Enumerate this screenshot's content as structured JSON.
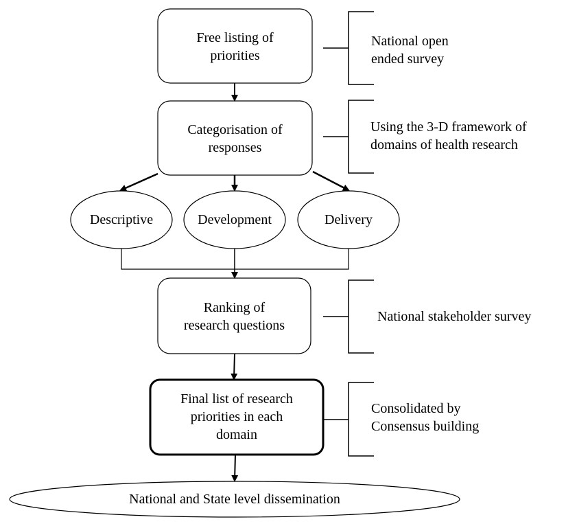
{
  "steps": {
    "free_listing": [
      "Free listing of",
      "priorities"
    ],
    "categorisation": [
      "Categorisation of",
      "responses"
    ],
    "ranking": [
      "Ranking of",
      "research questions"
    ],
    "final_list": [
      "Final list of research",
      "priorities in each",
      "domain"
    ]
  },
  "domains": {
    "descriptive": "Descriptive",
    "development": "Development",
    "delivery": "Delivery"
  },
  "dissemination": "National and State level dissemination",
  "notes": {
    "survey": [
      "National open",
      "ended survey"
    ],
    "framework": [
      "Using the 3-D framework of",
      "domains of health research"
    ],
    "stakeholder": [
      "National stakeholder survey"
    ],
    "consensus": [
      "Consolidated by",
      "Consensus building"
    ]
  }
}
